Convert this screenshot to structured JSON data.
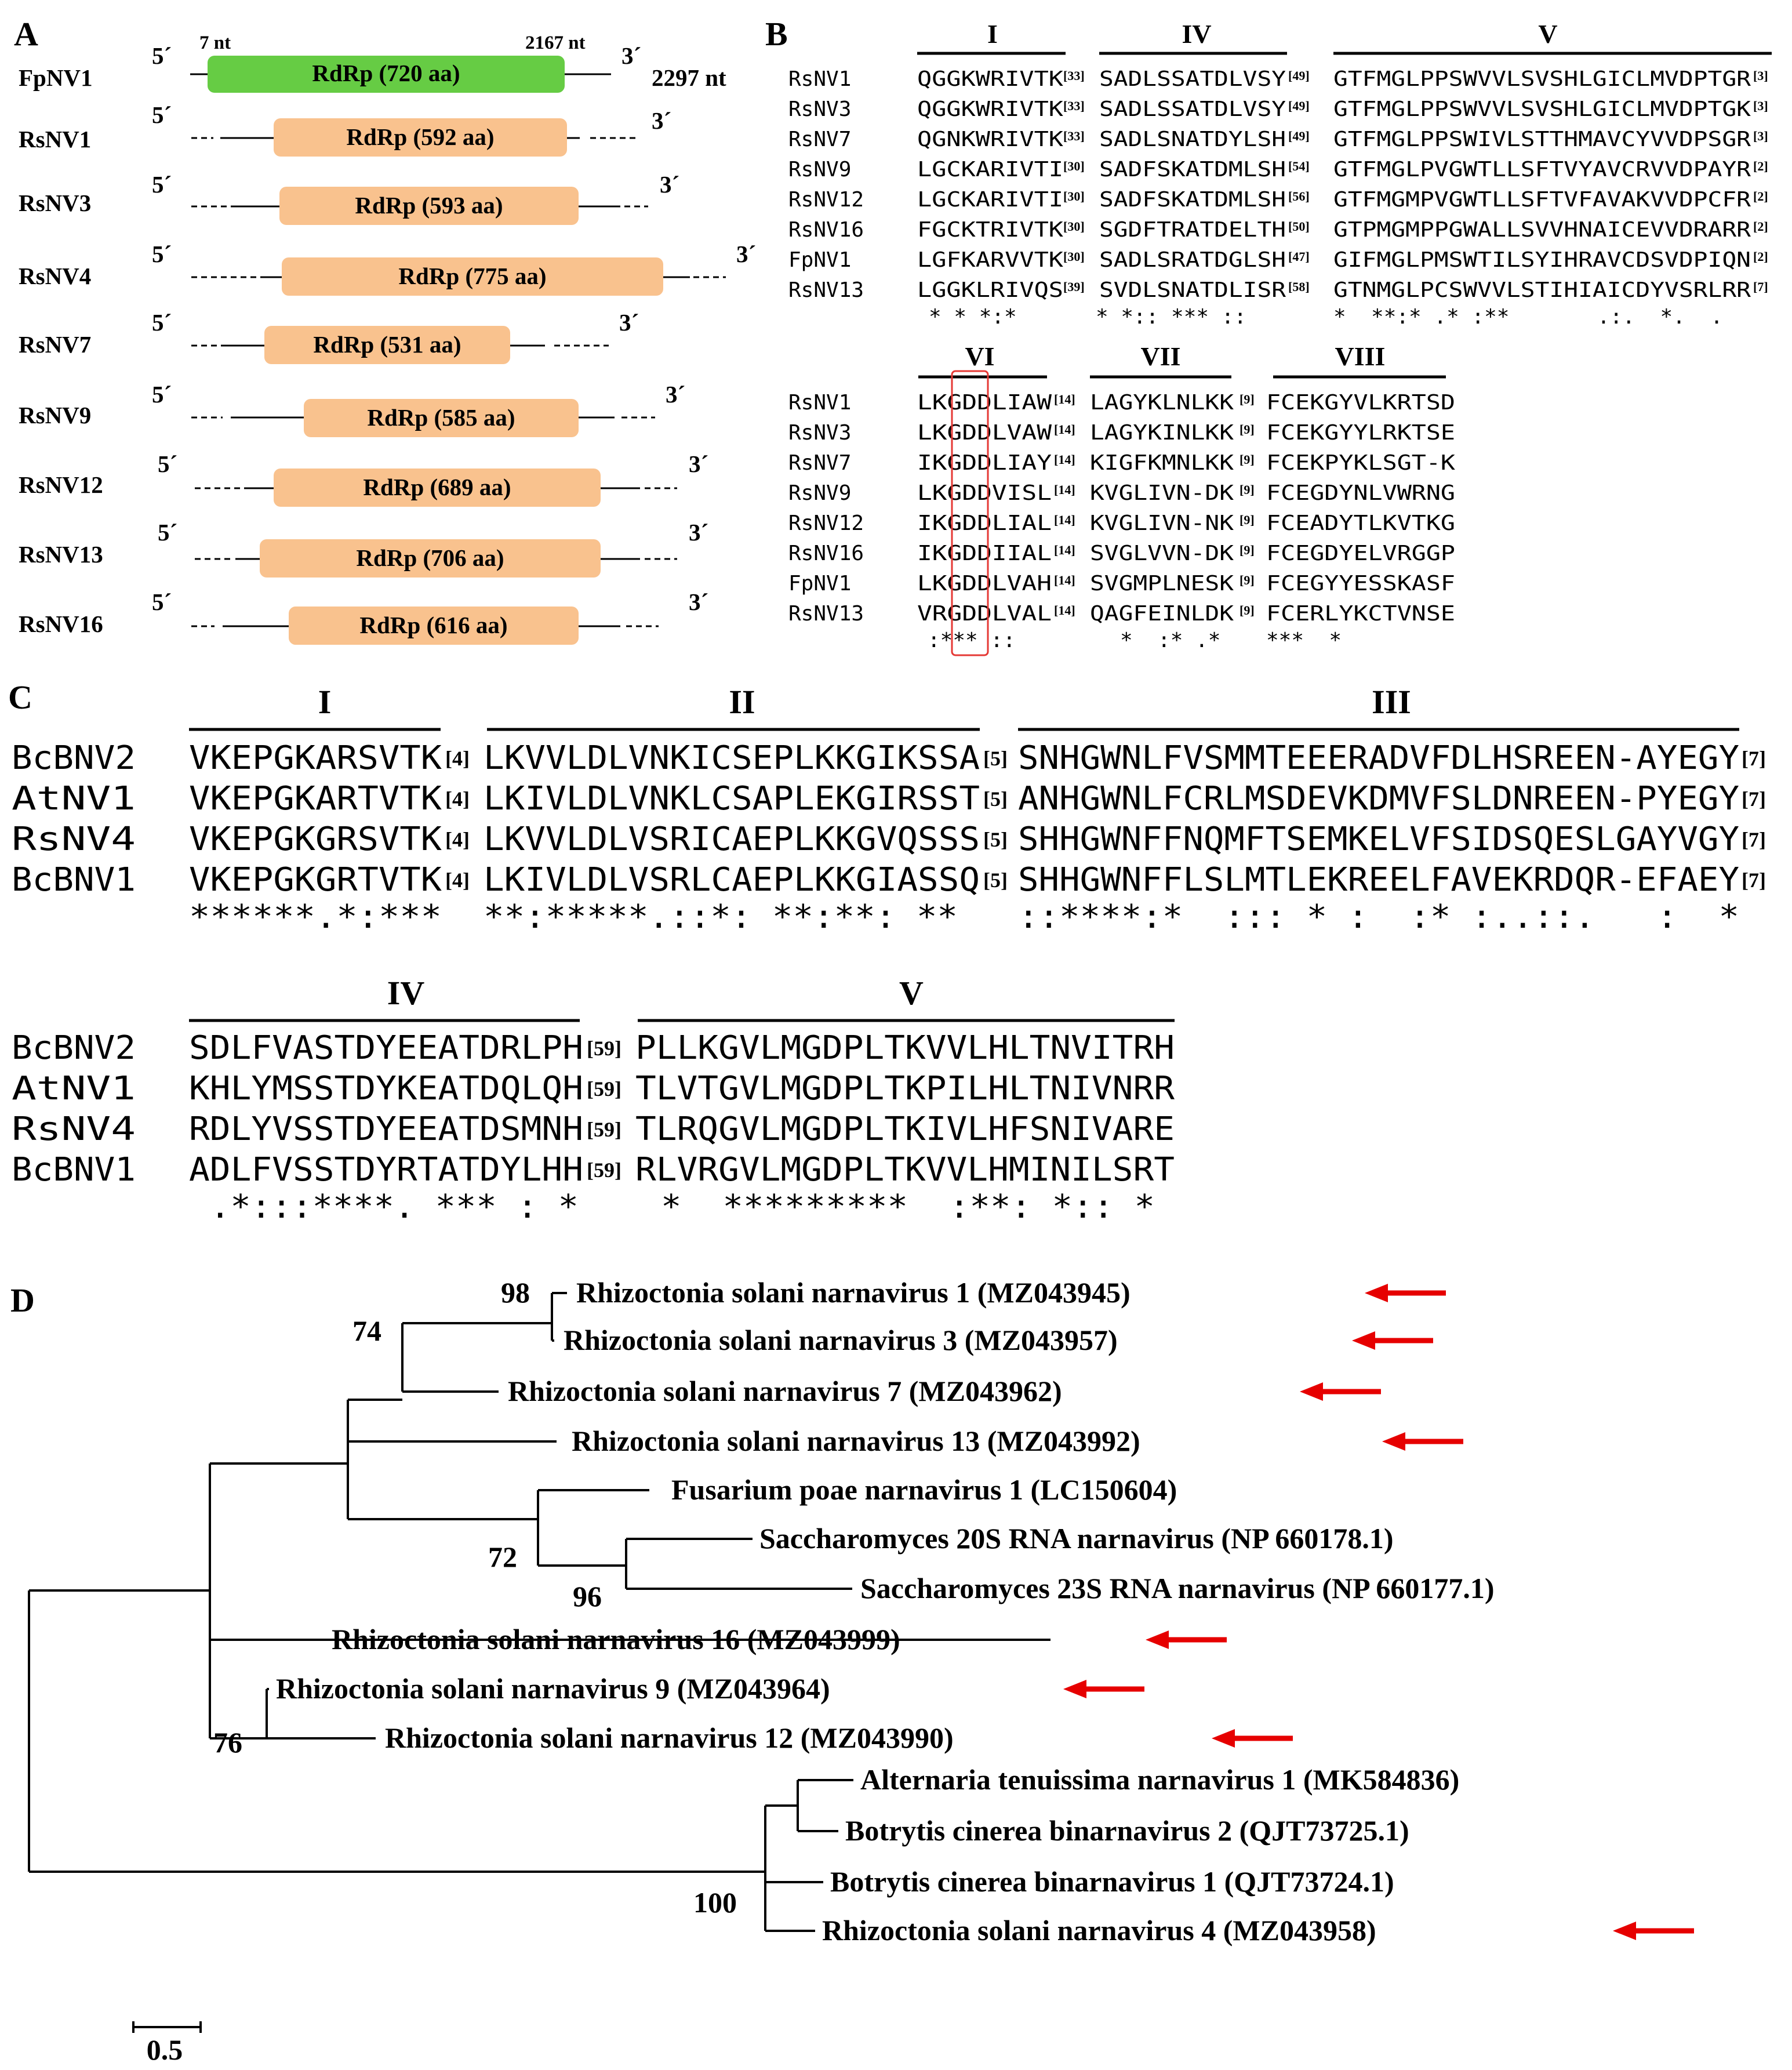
{
  "panels": {
    "a": "A",
    "b": "B",
    "c": "C",
    "d": "D"
  },
  "panel_a": {
    "fpnv1": {
      "name": "FpNV1",
      "five": "5´",
      "three": "3´",
      "start": "7 nt",
      "stop": "2167 nt",
      "total": "2297 nt",
      "label": "RdRp (720 aa)",
      "color": "#66cc44"
    },
    "orf_color": "#f9c28e",
    "rows": [
      {
        "name": "RsNV1",
        "label": "RdRp (592 aa)"
      },
      {
        "name": "RsNV3",
        "label": "RdRp (593 aa)"
      },
      {
        "name": "RsNV4",
        "label": "RdRp (775 aa)"
      },
      {
        "name": "RsNV7",
        "label": "RdRp (531 aa)"
      },
      {
        "name": "RsNV9",
        "label": "RdRp (585 aa)"
      },
      {
        "name": "RsNV12",
        "label": "RdRp (689 aa)"
      },
      {
        "name": "RsNV13",
        "label": "RdRp (706 aa)"
      },
      {
        "name": "RsNV16",
        "label": "RdRp (616 aa)"
      }
    ],
    "five": "5´",
    "three": "3´"
  },
  "panel_b": {
    "motifs_top": [
      "I",
      "IV",
      "V"
    ],
    "motifs_bottom": [
      "VI",
      "VII",
      "VIII"
    ],
    "rows_top": [
      {
        "name": "RsNV1",
        "m1": "QGGKWRIVTK",
        "g1": "[33]",
        "m4": "SADLSSATDLVSY",
        "g4": "[49]",
        "m5": "GTFMGLPPSWVVLSVSHLGICLMVDPTGR",
        "g5": "[3]"
      },
      {
        "name": "RsNV3",
        "m1": "QGGKWRIVTK",
        "g1": "[33]",
        "m4": "SADLSSATDLVSY",
        "g4": "[49]",
        "m5": "GTFMGLPPSWVVLSVSHLGICLMVDPTGK",
        "g5": "[3]"
      },
      {
        "name": "RsNV7",
        "m1": "QGNKWRIVTK",
        "g1": "[33]",
        "m4": "SADLSNATDYLSH",
        "g4": "[49]",
        "m5": "GTFMGLPPSWIVLSTTHMAVCYVVDPSGR",
        "g5": "[3]"
      },
      {
        "name": "RsNV9",
        "m1": "LGCKARIVTI",
        "g1": "[30]",
        "m4": "SADFSKATDMLSH",
        "g4": "[54]",
        "m5": "GTFMGLPVGWTLLSFTVYAVCRVVDPAYR",
        "g5": "[2]"
      },
      {
        "name": "RsNV12",
        "m1": "LGCKARIVTI",
        "g1": "[30]",
        "m4": "SADFSKATDMLSH",
        "g4": "[56]",
        "m5": "GTFMGMPVGWTLLSFTVFAVAKVVDPCFR",
        "g5": "[2]"
      },
      {
        "name": "RsNV16",
        "m1": "FGCKTRIVTK",
        "g1": "[30]",
        "m4": "SGDFTRATDELTH",
        "g4": "[50]",
        "m5": "GTPMGMPPGWALLSVVHNAICEVVDRARR",
        "g5": "[2]"
      },
      {
        "name": "FpNV1",
        "m1": "LGFKARVVTK",
        "g1": "[30]",
        "m4": "SADLSRATDGLSH",
        "g4": "[47]",
        "m5": "GIFMGLPMSWTILSYIHRAVCDSVDPIQN",
        "g5": "[2]"
      },
      {
        "name": "RsNV13",
        "m1": "LGGKLRIVQS",
        "g1": "[39]",
        "m4": "SVDLSNATDLISR",
        "g4": "[58]",
        "m5": "GTNMGLPCSWVVLSTIHIAICDYVSRLRR",
        "g5": "[7]"
      }
    ],
    "cons_top": {
      "m1": "* * *:*",
      "m4": "* *:: *** ::",
      "m5": "*  **:* .* :**       .:.  *.  ."
    },
    "rows_bottom": [
      {
        "name": "RsNV1",
        "m6": "LKGDDLIAW",
        "g6": "[14]",
        "m7": "LAGYKLNLKK",
        "g7": "[9]",
        "m8": "FCEKGYVLKRTSD"
      },
      {
        "name": "RsNV3",
        "m6": "LKGDDLVAW",
        "g6": "[14]",
        "m7": "LAGYKINLKK",
        "g7": "[9]",
        "m8": "FCEKGYYLRKTSE"
      },
      {
        "name": "RsNV7",
        "m6": "IKGDDLIAY",
        "g6": "[14]",
        "m7": "KIGFKMNLKK",
        "g7": "[9]",
        "m8": "FCEKPYKLSGT-K"
      },
      {
        "name": "RsNV9",
        "m6": "LKGDDVISL",
        "g6": "[14]",
        "m7": "KVGLIVN-DK",
        "g7": "[9]",
        "m8": "FCEGDYNLVWRNG"
      },
      {
        "name": "RsNV12",
        "m6": "IKGDDLIAL",
        "g6": "[14]",
        "m7": "KVGLIVN-NK",
        "g7": "[9]",
        "m8": "FCEADYTLKVTKG"
      },
      {
        "name": "RsNV16",
        "m6": "IKGDDIIAL",
        "g6": "[14]",
        "m7": "SVGLVVN-DK",
        "g7": "[9]",
        "m8": "FCEGDYELVRGGP"
      },
      {
        "name": "FpNV1",
        "m6": "LKGDDLVAH",
        "g6": "[14]",
        "m7": "SVGMPLNESK",
        "g7": "[9]",
        "m8": "FCEGYYESSKASF"
      },
      {
        "name": "RsNV13",
        "m6": "VRGDDLVAL",
        "g6": "[14]",
        "m7": "QAGFEINLDK",
        "g7": "[9]",
        "m8": "FCERLYKCTVNSE"
      }
    ],
    "cons_bottom": {
      "m6": ":*** ::",
      "m7": "*  :* .*",
      "m8": "***  *"
    },
    "highlight_color": "#e53935"
  },
  "panel_c": {
    "motifs_top": [
      "I",
      "II",
      "III"
    ],
    "motifs_bottom": [
      "IV",
      "V"
    ],
    "rows_top": [
      {
        "name": "BcBNV2",
        "m1": "VKEPGKARSVTK",
        "g1": "[4]",
        "m2": "LKVVLDLVNKICSEPLKKGIKSSA",
        "g2": "[5]",
        "m3": "SNHGWNLFVSMMTEEERADVFDLHSREEN-AYEGY",
        "g3": "[7]"
      },
      {
        "name": "AtNV1",
        "m1": "VKEPGKARTVTK",
        "g1": "[4]",
        "m2": "LKIVLDLVNKLCSAPLEKGIRSST",
        "g2": "[5]",
        "m3": "ANHGWNLFCRLMSDEVKDMVFSLDNREEN-PYEGY",
        "g3": "[7]"
      },
      {
        "name": "RsNV4",
        "m1": "VKEPGKGRSVTK",
        "g1": "[4]",
        "m2": "LKVVLDLVSRICAEPLKKGVQSSS",
        "g2": "[5]",
        "m3": "SHHGWNFFNQMFTSEMKELVFSIDSQESLGAYVGY",
        "g3": "[7]"
      },
      {
        "name": "BcBNV1",
        "m1": "VKEPGKGRTVTK",
        "g1": "[4]",
        "m2": "LKIVLDLVSRLCAEPLKKGIASSQ",
        "g2": "[5]",
        "m3": "SHHGWNFFLSLMTLEKREELFAVEKRDQR-EFAEY",
        "g3": "[7]"
      }
    ],
    "cons_top": {
      "m1": "******.*:***",
      "m2": "**:*****.::*: **:**: **",
      "m3": "::****:*  ::: * :  :* :..::.   :  *"
    },
    "rows_bottom": [
      {
        "name": "BcBNV2",
        "m4": "SDLFVASTDYEEATDRLPH",
        "g4": "[59]",
        "m5": "PLLKGVLMGDPLTKVVLHLTNVITRH"
      },
      {
        "name": "AtNV1",
        "m4": "KHLYMSSTDYKEATDQLQH",
        "g4": "[59]",
        "m5": "TLVTGVLMGDPLTKPILHLTNIVNRR"
      },
      {
        "name": "RsNV4",
        "m4": "RDLYVSSTDYEEATDSMNH",
        "g4": "[59]",
        "m5": "TLRQGVLMGDPLTKIVLHFSNIVARE"
      },
      {
        "name": "BcBNV1",
        "m4": "ADLFVSSTDYRTATDYLHH",
        "g4": "[59]",
        "m5": "RLVRGVLMGDPLTKVVLHMINILSRT"
      }
    ],
    "cons_bottom": {
      "m4": ".*:::****. *** : *",
      "m5": "*  *********  :**: *:: *"
    }
  },
  "panel_d": {
    "taxa": [
      {
        "label": "Rhizoctonia solani narnavirus 1 (MZ043945)",
        "arrow": true
      },
      {
        "label": "Rhizoctonia solani narnavirus 3 (MZ043957)",
        "arrow": true
      },
      {
        "label": "Rhizoctonia solani narnavirus 7 (MZ043962)",
        "arrow": true
      },
      {
        "label": "Rhizoctonia solani narnavirus 13 (MZ043992)",
        "arrow": true
      },
      {
        "label": "Fusarium poae narnavirus 1 (LC150604)",
        "arrow": false
      },
      {
        "label": "Saccharomyces 20S RNA narnavirus (NP 660178.1)",
        "arrow": false
      },
      {
        "label": "Saccharomyces 23S RNA narnavirus (NP 660177.1)",
        "arrow": false
      },
      {
        "label": "Rhizoctonia solani narnavirus 16 (MZ043999)",
        "arrow": true
      },
      {
        "label": "Rhizoctonia solani narnavirus 9 (MZ043964)",
        "arrow": true
      },
      {
        "label": "Rhizoctonia solani narnavirus 12 (MZ043990)",
        "arrow": true
      },
      {
        "label": "Alternaria tenuissima narnavirus 1 (MK584836)",
        "arrow": false
      },
      {
        "label": "Botrytis cinerea binarnavirus 2 (QJT73725.1)",
        "arrow": false
      },
      {
        "label": "Botrytis cinerea binarnavirus 1 (QJT73724.1)",
        "arrow": false
      },
      {
        "label": "Rhizoctonia solani narnavirus 4 (MZ043958)",
        "arrow": true
      }
    ],
    "bootstrap": [
      "98",
      "74",
      "72",
      "96",
      "76",
      "100"
    ],
    "scale_label": "0.5",
    "arrow_color": "#e60000"
  }
}
